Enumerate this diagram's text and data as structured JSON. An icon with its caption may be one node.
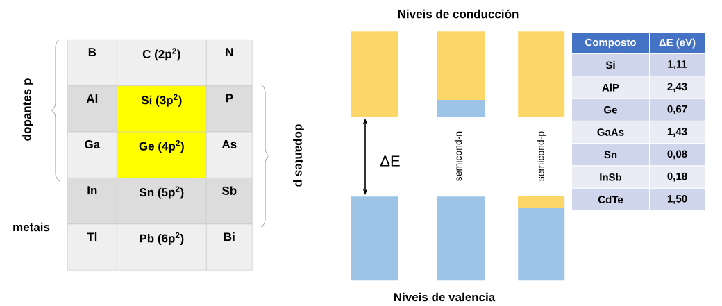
{
  "diagram": {
    "nodes": [
      {
        "text": [
          "B"
        ]
      },
      {
        "text": [
          "C (2p$^{2}$)"
        ]
      },
      {
        "text": [
          "N"
        ]
      },
      {
        "text": [
          "Al"
        ]
      },
      {
        "text": [
          "Si (3p$^{2}$)"
        ]
      },
      {
        "text": [
          "P"
        ]
      },
      {
        "text": [
          "Ga"
        ]
      },
      {
        "text": [
          "Ge (4p$^{2}$)"
        ]
      },
      {
        "text": [
          "As"
        ]
      },
      {
        "text": [
          "In"
        ]
      },
      {
        "text": [
          "Sn (5p$^{2}$)"
        ]
      },
      {
        "text": [
          "Sb"
        ]
      },
      {
        "text": [
          "Tl"
        ]
      },
      {
        "text": [
          "Pb (6p$^{2}$)"
        ]
      },
      {
        "text": [
          "Bi"
        ]
      },
      {
        "text": [],
        "shape": "box"
      },
      {
        "text": [],
        "shape": "box"
      },
      {
        "text": [],
        "shape": "box"
      },
      {
        "text": [],
        "shape": "box"
      },
      {
        "text": [],
        "shape": "box"
      },
      {
        "text": [],
        "shape": "box"
      }
    ],
    "edges": [
      {
        "from": 15,
        "to": 18,
        "arrow": "both",
        "label": "ΔE"
      }
    ],
    "labels": [
      "dopantes p",
      "metais",
      "dopantes p",
      "Niveis de conducción",
      "semicond-n",
      "semicond-p",
      "Niveis de valencia",
      "Composto",
      "ΔE (eV)",
      "Si",
      "1,11",
      "AlP",
      "2,43",
      "Ge",
      "0,67",
      "GaAs",
      "1,43",
      "Sn",
      "0,08",
      "InSb",
      "0,18",
      "CdTe",
      "1,50"
    ]
  }
}
